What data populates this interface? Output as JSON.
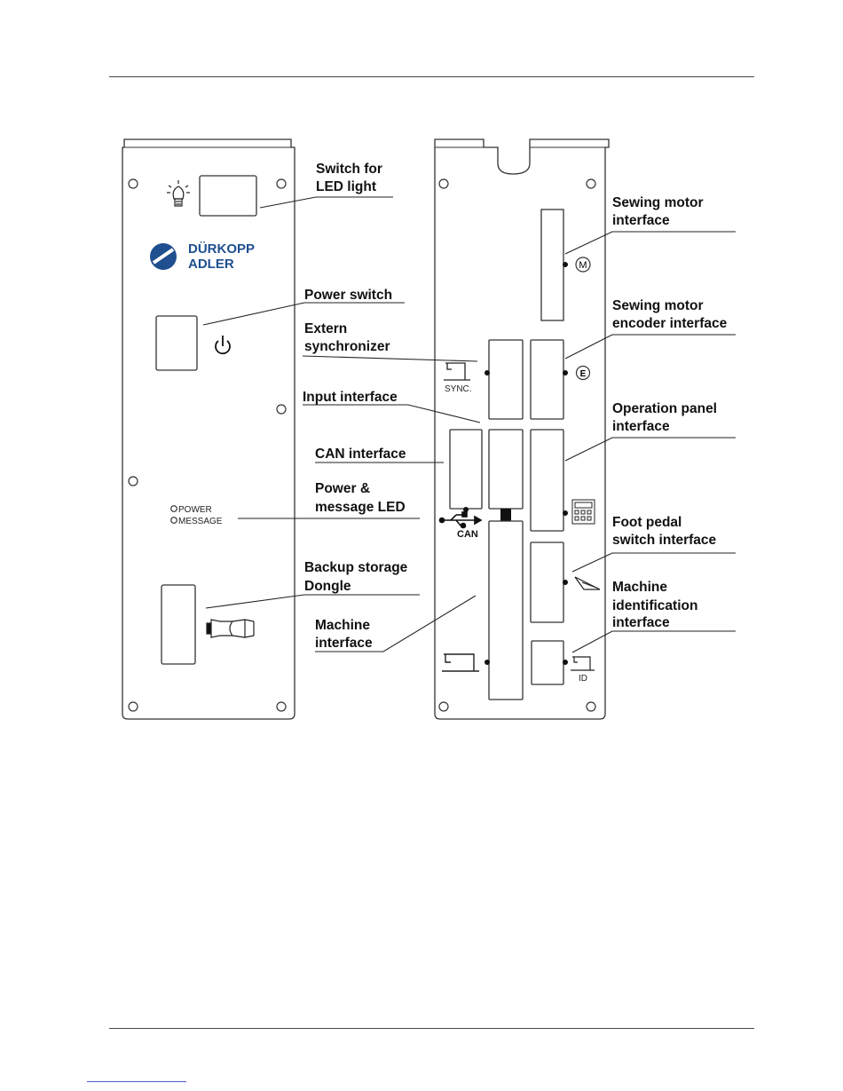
{
  "left_panel": {
    "brand_line1": "DÜRKOPP",
    "brand_line2": "ADLER",
    "led_power": "POWER",
    "led_message": "MESSAGE"
  },
  "right_panel": {
    "sync_icon_label": "SYNC.",
    "can_icon_label": "CAN",
    "motor_symbol": "M",
    "encoder_symbol": "E",
    "id_label": "ID"
  },
  "labels": {
    "switch_led": [
      "Switch for",
      "LED light"
    ],
    "power_switch": [
      "Power switch"
    ],
    "extern_sync": [
      "Extern",
      "synchronizer"
    ],
    "input_interface": [
      "Input interface"
    ],
    "can_interface": [
      "CAN interface"
    ],
    "power_message_led": [
      "Power &",
      "message LED"
    ],
    "backup_storage": [
      "Backup storage",
      "Dongle"
    ],
    "machine_interface": [
      "Machine",
      "interface"
    ],
    "sewing_motor": [
      "Sewing motor",
      "interface"
    ],
    "sewing_motor_encoder": [
      "Sewing motor",
      "encoder interface"
    ],
    "operation_panel": [
      "Operation panel",
      "interface"
    ],
    "foot_pedal": [
      "Foot pedal",
      "switch interface"
    ],
    "machine_identification": [
      "Machine",
      "identification",
      "interface"
    ]
  },
  "colors": {
    "brand_blue": "#1f4f8f",
    "line": "#333333",
    "footer_link": "#4a5bd0"
  }
}
